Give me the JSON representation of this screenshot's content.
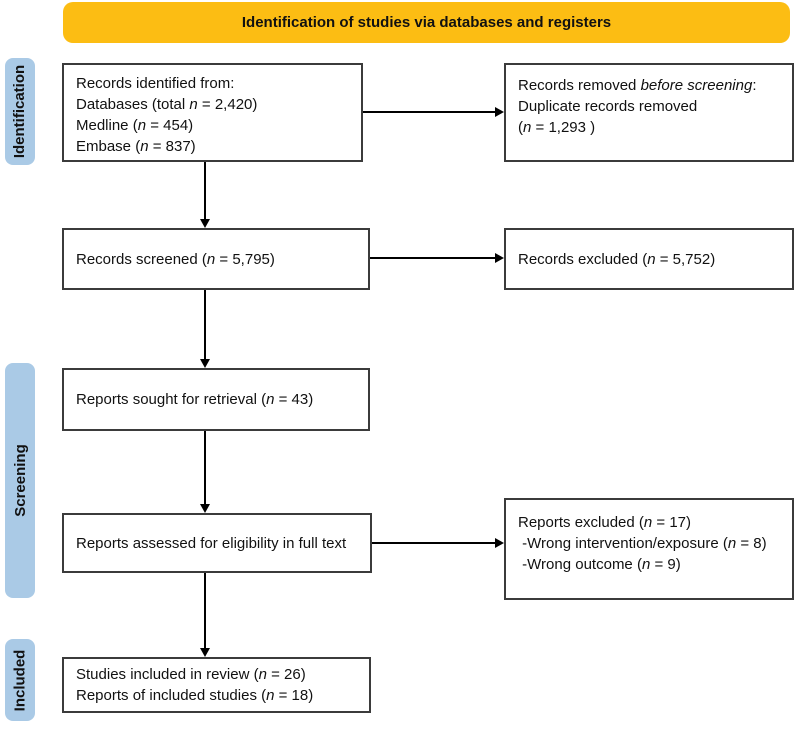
{
  "title": "Identification of studies via databases and registers",
  "colors": {
    "header_bg": "#FCBD13",
    "stage_bg": "#AACAE6",
    "box_border": "#3b3b3b"
  },
  "stages": [
    {
      "label": "Identification"
    },
    {
      "label": "Screening"
    },
    {
      "label": "Included"
    }
  ],
  "boxes": {
    "identified": {
      "lines": [
        [
          {
            "t": "Records identified from:"
          }
        ],
        [
          {
            "t": "Databases (total "
          },
          {
            "t": "n",
            "i": true
          },
          {
            "t": " = 2,420)"
          }
        ],
        [
          {
            "t": "Medline ("
          },
          {
            "t": "n",
            "i": true
          },
          {
            "t": " = 454)"
          }
        ],
        [
          {
            "t": "Embase ("
          },
          {
            "t": "n",
            "i": true
          },
          {
            "t": " = 837)"
          }
        ]
      ]
    },
    "removed": {
      "lines": [
        [
          {
            "t": "Records removed "
          },
          {
            "t": "before screening",
            "i": true
          },
          {
            "t": ":"
          }
        ],
        [
          {
            "t": "Duplicate records removed"
          }
        ],
        [
          {
            "t": "("
          },
          {
            "t": "n",
            "i": true
          },
          {
            "t": " = 1,293 )"
          }
        ]
      ]
    },
    "screened": {
      "lines": [
        [
          {
            "t": "Records screened ("
          },
          {
            "t": "n",
            "i": true
          },
          {
            "t": " = 5,795)"
          }
        ]
      ]
    },
    "excluded_records": {
      "lines": [
        [
          {
            "t": "Records excluded ("
          },
          {
            "t": "n",
            "i": true
          },
          {
            "t": " = 5,752)"
          }
        ]
      ]
    },
    "sought": {
      "lines": [
        [
          {
            "t": "Reports sought for retrieval ("
          },
          {
            "t": "n",
            "i": true
          },
          {
            "t": " = 43)"
          }
        ]
      ]
    },
    "assessed": {
      "lines": [
        [
          {
            "t": "Reports assessed for eligibility in full text"
          }
        ]
      ]
    },
    "reports_excluded": {
      "lines": [
        [
          {
            "t": "Reports excluded ("
          },
          {
            "t": "n",
            "i": true
          },
          {
            "t": " = 17)"
          }
        ],
        [
          {
            "t": " -Wrong intervention/exposure ("
          },
          {
            "t": "n",
            "i": true
          },
          {
            "t": " = 8)"
          }
        ],
        [
          {
            "t": " -Wrong outcome ("
          },
          {
            "t": "n",
            "i": true
          },
          {
            "t": " = 9)"
          }
        ]
      ]
    },
    "included": {
      "lines": [
        [
          {
            "t": "Studies included in review ("
          },
          {
            "t": "n",
            "i": true
          },
          {
            "t": " = 26)"
          }
        ],
        [
          {
            "t": "Reports of included studies ("
          },
          {
            "t": "n",
            "i": true
          },
          {
            "t": " = 18)"
          }
        ]
      ]
    }
  }
}
